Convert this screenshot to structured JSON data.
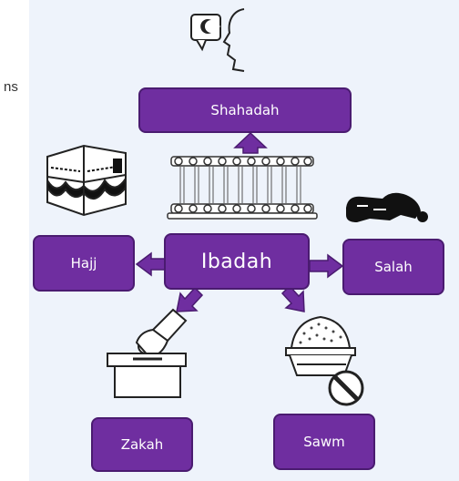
{
  "left_text": "ns",
  "boxes": {
    "shahadah": "Shahadah",
    "ibadah": "Ibadah",
    "hajj": "Hajj",
    "salah": "Salah",
    "zakah": "Zakah",
    "sawm": "Sawm"
  },
  "colors": {
    "box_fill": "#6f2ea0",
    "box_border": "#4a1b70",
    "panel": "#eef3fb"
  },
  "icons": [
    "speaking-head-icon",
    "kaaba-icon",
    "pillars-icon",
    "prostrating-person-icon",
    "ballot-box-icon",
    "food-bowl-icon",
    "no-sign-icon"
  ]
}
